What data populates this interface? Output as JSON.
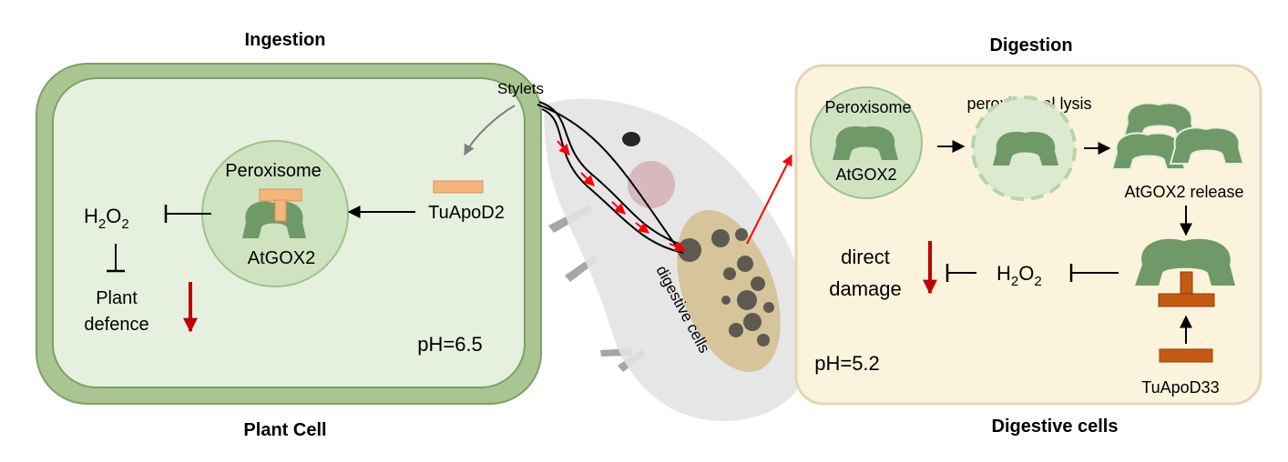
{
  "labels": {
    "ingestion": "Ingestion",
    "plant_cell": "Plant Cell",
    "digestion": "Digestion",
    "digestive_cells_caption": "Digestive cells",
    "stylets": "Stylets",
    "digestive_cells_mite": "digestive cells"
  },
  "plant_cell": {
    "peroxisome": "Peroxisome",
    "enzyme": "AtGOX2",
    "effector": "TuApoD2",
    "h2o2": "H",
    "h2o2_sub1": "2",
    "h2o2_o": "O",
    "h2o2_sub2": "2",
    "defence_line1": "Plant",
    "defence_line2": "defence",
    "ph": "pH=6.5"
  },
  "digestive_cell": {
    "peroxisome": "Peroxisome",
    "enzyme": "AtGOX2",
    "lysis": "peroxisomal lysis",
    "release": "AtGOX2 release",
    "damage_line1": "direct",
    "damage_line2": "damage",
    "h2o2": "H",
    "h2o2_sub1": "2",
    "h2o2_o": "O",
    "h2o2_sub2": "2",
    "effector": "TuApoD33",
    "ph": "pH=5.2"
  },
  "colors": {
    "plant_wall": "#a9c592",
    "plant_inner": "#e6f0df",
    "peroxisome_fill": "#cfe3c1",
    "enzyme": "#6f9a68",
    "effector_light": "#f5b67c",
    "effector_dark": "#c55a11",
    "digestive_bg": "#fbf3db",
    "digestive_border": "#e2d6b4",
    "arrow_red": "#c00000"
  }
}
